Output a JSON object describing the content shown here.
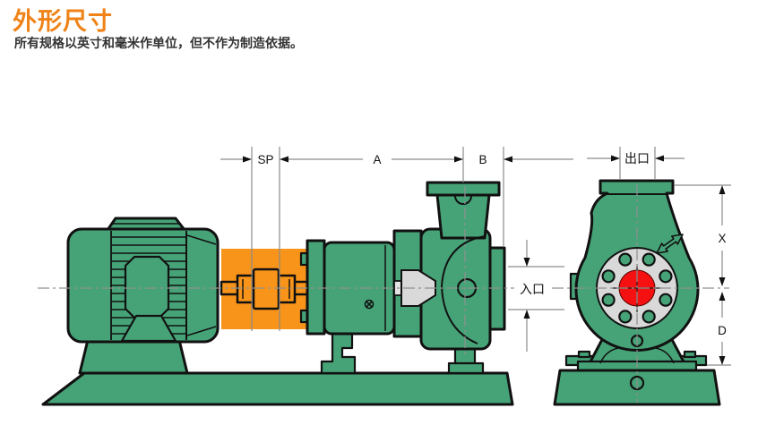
{
  "page": {
    "title": "外形尺寸",
    "subtitle": "所有规格以英寸和毫米作单位，但不作为制造依据。"
  },
  "colors": {
    "title_orange": "#EF8318",
    "pump_green": "#46A377",
    "coupling_orange": "#F89419",
    "flange_gray": "#D9D9D9",
    "inlet_red": "#F51111",
    "dim_gray": "#8C8C8C"
  },
  "diagram": {
    "side_view": {
      "labels": {
        "sp": "SP",
        "a": "A",
        "b": "B",
        "inlet": "入口"
      }
    },
    "end_view": {
      "labels": {
        "outlet": "出口",
        "x": "X",
        "d": "D"
      }
    }
  }
}
